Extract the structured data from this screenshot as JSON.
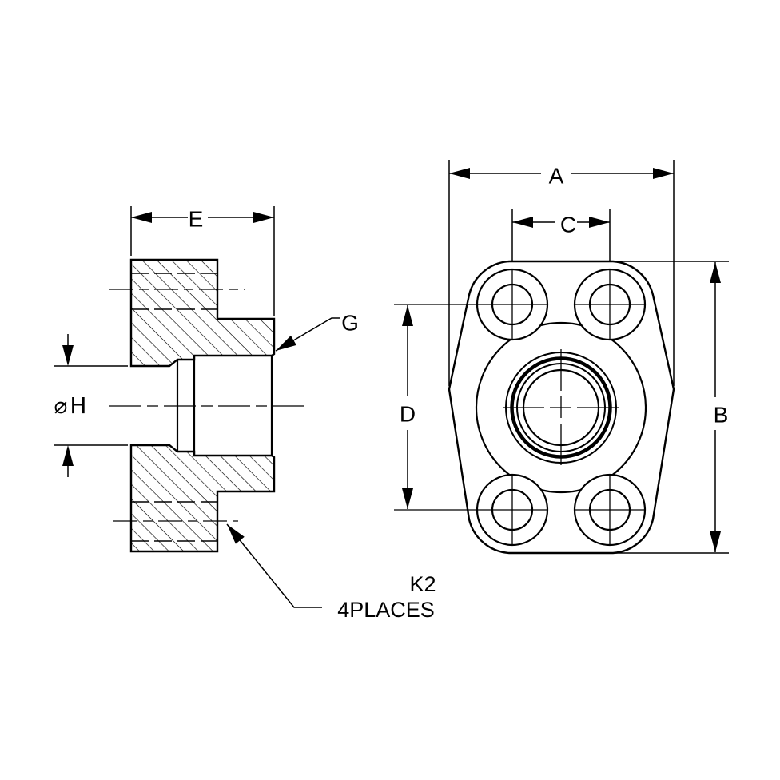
{
  "drawing": {
    "background": "#ffffff",
    "line_color": "#000000",
    "labels": {
      "dim_a": "A",
      "dim_b": "B",
      "dim_c": "C",
      "dim_d": "D",
      "dim_e": "E",
      "chamfer": "G",
      "bore_symbol": "⌀",
      "bore": "H",
      "note_line1": "K2",
      "note_line2": "4PLACES"
    }
  }
}
